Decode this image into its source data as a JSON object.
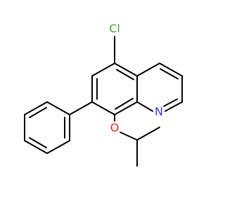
{
  "molecule": {
    "atoms": {
      "chlorine": {
        "label": "Cl",
        "color": "#3da83d"
      },
      "nitrogen": {
        "label": "N",
        "color": "#2e36e8"
      },
      "oxygen": {
        "label": "O",
        "color": "#e8251f"
      }
    },
    "bond_color": "#000000",
    "background": "#ffffff"
  }
}
